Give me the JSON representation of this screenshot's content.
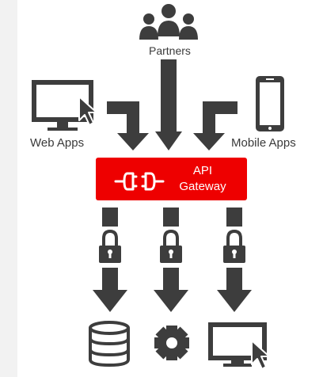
{
  "labels": {
    "partners": "Partners",
    "web_apps": "Web Apps",
    "mobile_apps": "Mobile Apps"
  },
  "gateway": {
    "line1": "API",
    "line2": "Gateway"
  },
  "colors": {
    "icon": "#3d3d3d",
    "gateway": "#ee0000",
    "background": "#ffffff",
    "margin": "#f2f2f2"
  },
  "icons": {
    "partners": "people-group-icon",
    "web_apps": "desktop-monitor-cursor-icon",
    "mobile_apps": "smartphone-icon",
    "gateway": "plug-connector-icon",
    "lock": "padlock-icon",
    "database": "database-icon",
    "services": "gear-icon",
    "web_backend": "monitor-cursor-icon"
  }
}
